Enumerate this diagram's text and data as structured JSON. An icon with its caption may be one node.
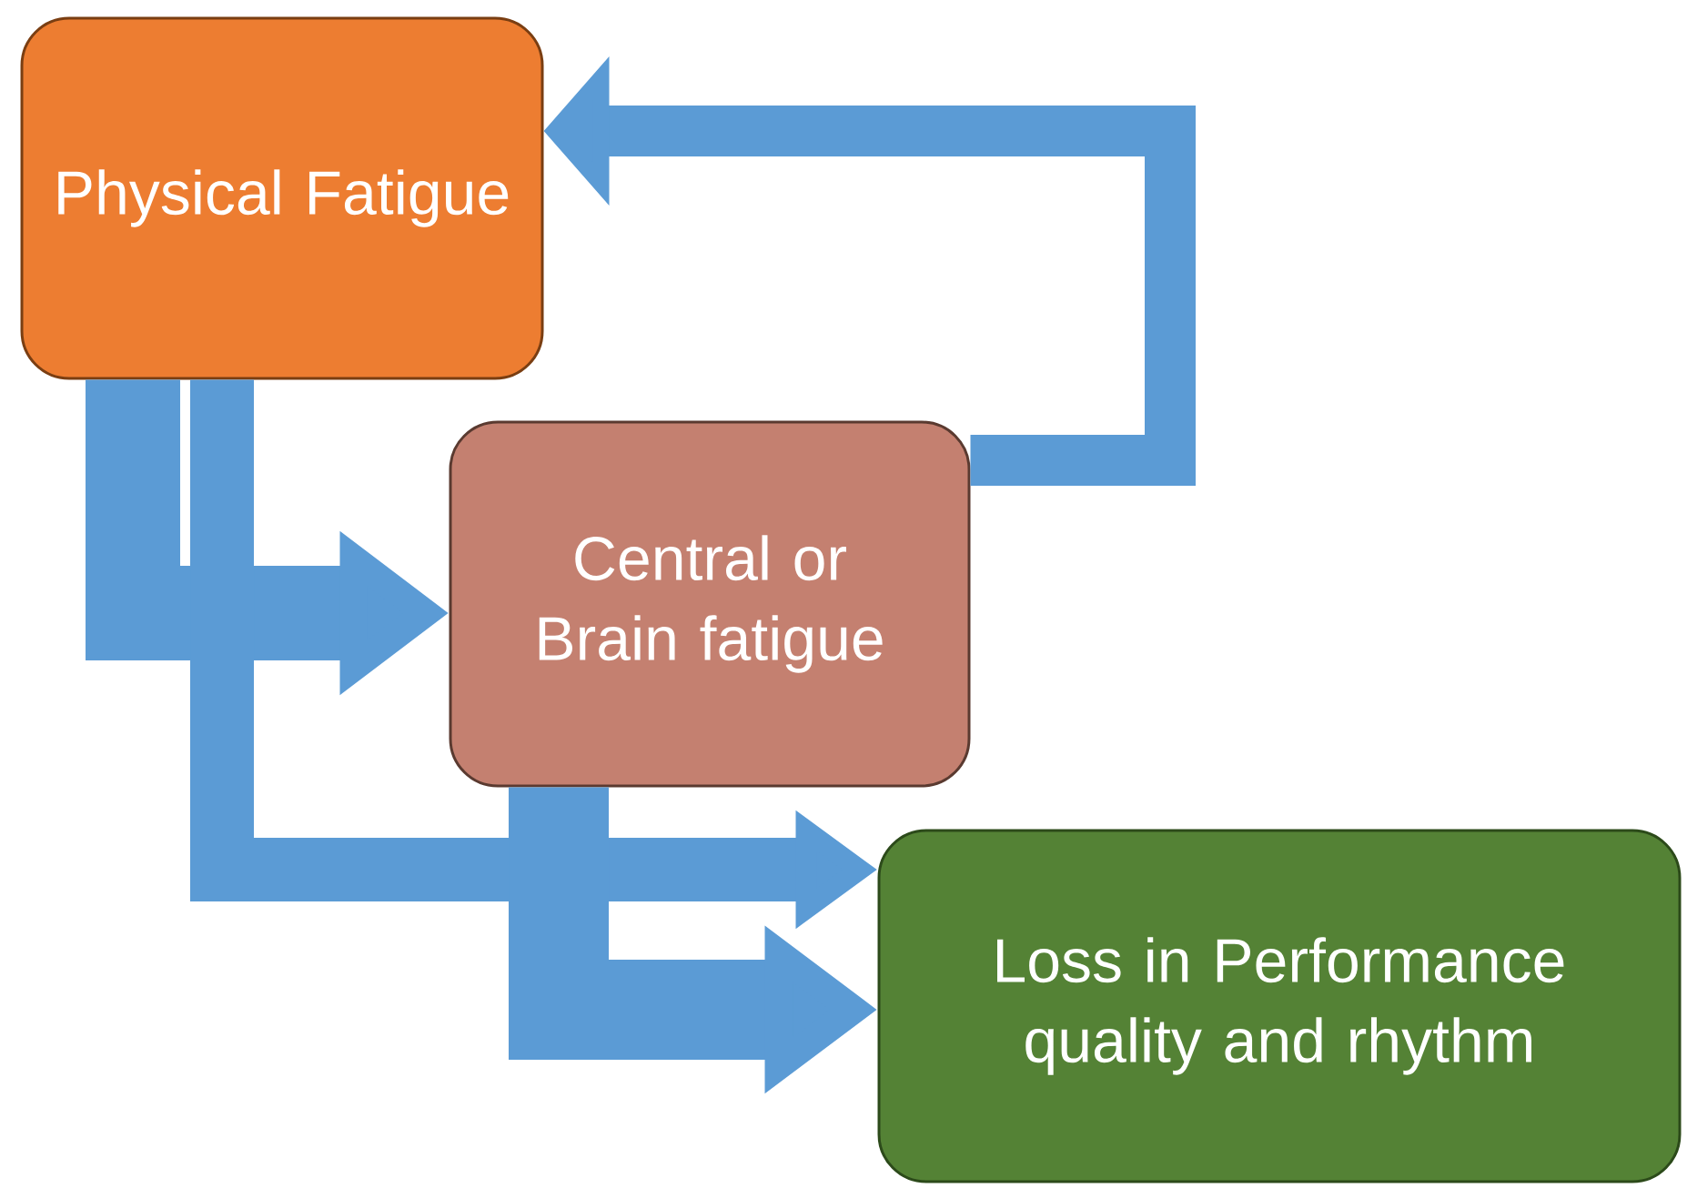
{
  "diagram": {
    "nodes": [
      {
        "text": [
          "Physical Fatigue"
        ]
      },
      {
        "text": [
          "Central or Brain fatigue"
        ]
      },
      {
        "text": [
          "Loss in Performance quality and rhythm"
        ]
      }
    ],
    "edges": [
      {
        "from": 0,
        "to": 1,
        "arrow": "to"
      },
      {
        "from": 0,
        "to": 2,
        "arrow": "to"
      },
      {
        "from": 1,
        "to": 2,
        "arrow": "to"
      },
      {
        "from": 1,
        "to": 0,
        "arrow": "to"
      }
    ]
  }
}
